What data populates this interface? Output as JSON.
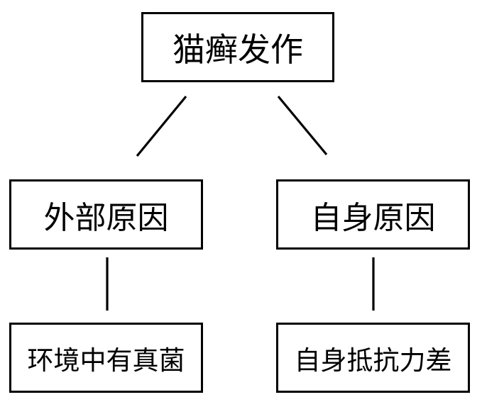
{
  "diagram": {
    "root": {
      "label": "猫癣发作"
    },
    "branches": [
      {
        "label": "外部原因",
        "leaf": {
          "label": "环境中有真菌"
        }
      },
      {
        "label": "自身原因",
        "leaf": {
          "label": "自身抵抗力差"
        }
      }
    ]
  }
}
